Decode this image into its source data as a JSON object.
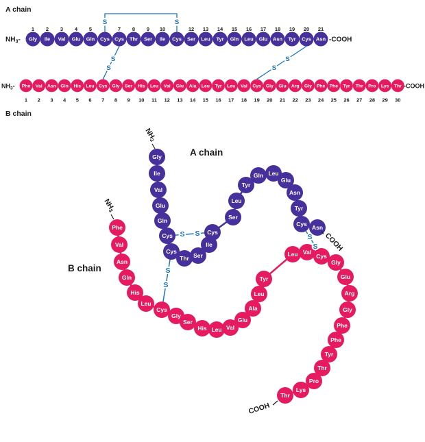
{
  "colors": {
    "a_chain": "#46309c",
    "b_chain": "#e61a5f",
    "bond": "#1b76bd",
    "ink": "#1a1a1a",
    "residue_text": "#ffffff"
  },
  "labels": {
    "a_chain": "A chain",
    "b_chain": "B chain",
    "nh3_main": "NH",
    "nh3_sub": "3",
    "cooh": "COOH",
    "dash": "-",
    "s": "S"
  },
  "a_chain": {
    "residues": [
      "Gly",
      "Ile",
      "Val",
      "Glu",
      "Gln",
      "Cys",
      "Cys",
      "Thr",
      "Ser",
      "Ile",
      "Cys",
      "Ser",
      "Leu",
      "Tyr",
      "Gln",
      "Leu",
      "Glu",
      "Asn",
      "Tyr",
      "Cys",
      "Asn"
    ],
    "numbers": [
      "1",
      "2",
      "3",
      "4",
      "5",
      "",
      "7",
      "8",
      "9",
      "10",
      "",
      "12",
      "13",
      "14",
      "15",
      "16",
      "17",
      "18",
      "19",
      "20",
      "21"
    ]
  },
  "b_chain": {
    "residues": [
      "Phe",
      "Val",
      "Asn",
      "Gln",
      "His",
      "Leu",
      "Cys",
      "Gly",
      "Ser",
      "His",
      "Leu",
      "Val",
      "Glu",
      "Ala",
      "Leu",
      "Tyr",
      "Leu",
      "Val",
      "Cys",
      "Gly",
      "Glu",
      "Arg",
      "Gly",
      "Phe",
      "Phe",
      "Tyr",
      "Thr",
      "Pro",
      "Lys",
      "Thr"
    ],
    "numbers": [
      "1",
      "2",
      "3",
      "4",
      "5",
      "6",
      "7",
      "8",
      "9",
      "10",
      "11",
      "12",
      "13",
      "14",
      "15",
      "16",
      "17",
      "18",
      "19",
      "20",
      "21",
      "22",
      "23",
      "24",
      "25",
      "26",
      "27",
      "28",
      "29",
      "30"
    ]
  },
  "disulfide_bonds": [
    {
      "from": "A6",
      "to": "A11"
    },
    {
      "from": "A7",
      "to": "B7"
    },
    {
      "from": "A20",
      "to": "B19"
    }
  ]
}
